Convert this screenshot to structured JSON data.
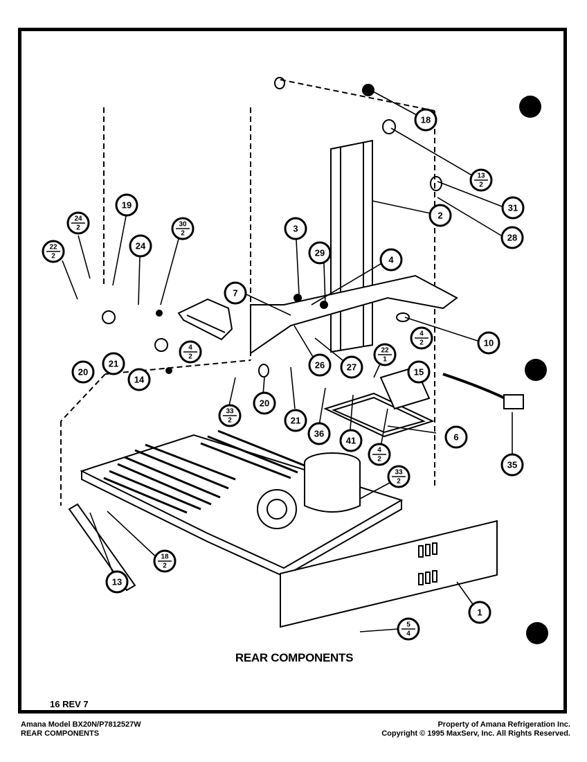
{
  "title": "REAR COMPONENTS",
  "revision_note": "16 REV 7",
  "footer_left": [
    "Amana Model BX20N/P7812527W",
    "REAR COMPONENTS"
  ],
  "footer_right": [
    "Property of Amana Refrigeration Inc.",
    "Copyright © 1995 MaxServ, Inc.  All Rights Reserved."
  ],
  "callouts": [
    {
      "id": "c-19",
      "label": "19"
    },
    {
      "id": "c-24a",
      "label": "24",
      "sub": "2"
    },
    {
      "id": "c-24b",
      "label": "24"
    },
    {
      "id": "c-30",
      "label": "30",
      "sub": "2"
    },
    {
      "id": "c-22",
      "label": "22",
      "sub": "2"
    },
    {
      "id": "c-20a",
      "label": "20"
    },
    {
      "id": "c-21a",
      "label": "21"
    },
    {
      "id": "c-14",
      "label": "14"
    },
    {
      "id": "c-4a",
      "label": "4",
      "sub": "2"
    },
    {
      "id": "c-3",
      "label": "3"
    },
    {
      "id": "c-29",
      "label": "29"
    },
    {
      "id": "c-4b",
      "label": "4"
    },
    {
      "id": "c-7",
      "label": "7"
    },
    {
      "id": "c-2",
      "label": "2"
    },
    {
      "id": "c-18a",
      "label": "18"
    },
    {
      "id": "c-13a",
      "label": "13",
      "sub": "2"
    },
    {
      "id": "c-31",
      "label": "31"
    },
    {
      "id": "c-28",
      "label": "28"
    },
    {
      "id": "c-10",
      "label": "10"
    },
    {
      "id": "c-4c",
      "label": "4",
      "sub": "2"
    },
    {
      "id": "c-26",
      "label": "26"
    },
    {
      "id": "c-27",
      "label": "27"
    },
    {
      "id": "c-22b",
      "label": "22",
      "sub": "1"
    },
    {
      "id": "c-15",
      "label": "15"
    },
    {
      "id": "c-20b",
      "label": "20"
    },
    {
      "id": "c-21b",
      "label": "21"
    },
    {
      "id": "c-33a",
      "label": "33",
      "sub": "2"
    },
    {
      "id": "c-35",
      "label": "35"
    },
    {
      "id": "c-41",
      "label": "41"
    },
    {
      "id": "c-6",
      "label": "6"
    },
    {
      "id": "c-4d",
      "label": "4",
      "sub": "2"
    },
    {
      "id": "c-36",
      "label": "36"
    },
    {
      "id": "c-33b",
      "label": "33",
      "sub": "2"
    },
    {
      "id": "c-18b",
      "label": "18",
      "sub": "2"
    },
    {
      "id": "c-13b",
      "label": "13"
    },
    {
      "id": "c-1",
      "label": "1"
    },
    {
      "id": "c-5",
      "label": "5",
      "sub": "4"
    }
  ]
}
